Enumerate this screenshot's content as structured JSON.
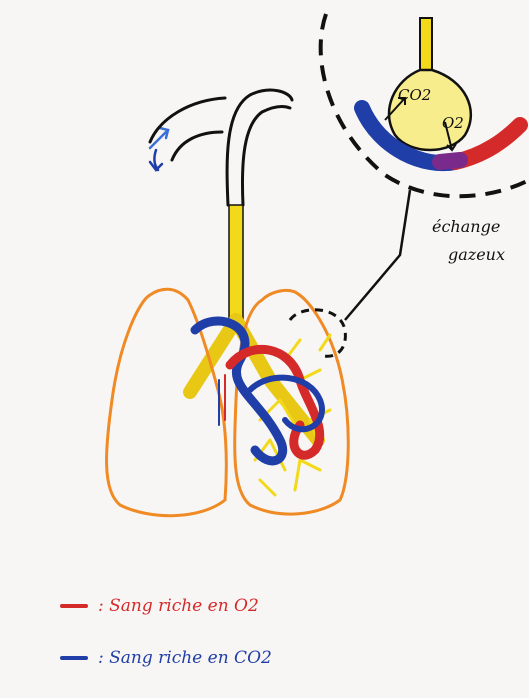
{
  "labels": {
    "exchange_line1": "échange",
    "exchange_line2": "gazeux",
    "co2_label": "CO2",
    "o2_label": "O2"
  },
  "legend": [
    {
      "marker": "—",
      "text": ": Sang riche en O2",
      "color": "#d42a2a"
    },
    {
      "marker": "—",
      "text": ": Sang riche en CO2",
      "color": "#1f3ea8"
    }
  ],
  "colors": {
    "airway": "#f2d91a",
    "oxygenated": "#d42a2a",
    "deoxygenated": "#1f3ea8",
    "lung_outline": "#f08a24",
    "ink": "#111111"
  }
}
